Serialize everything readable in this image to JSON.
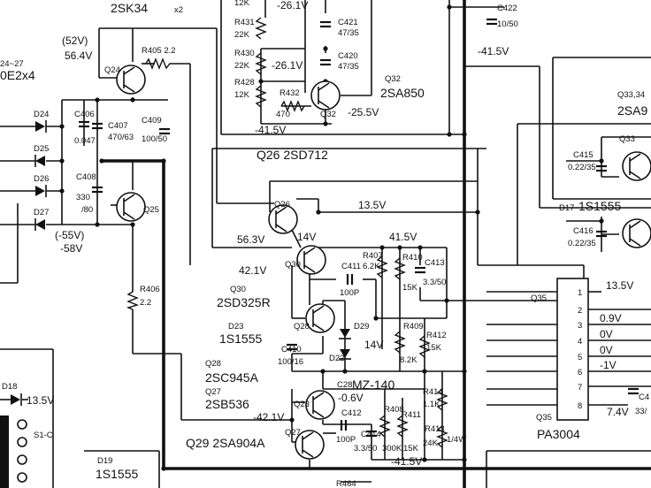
{
  "labels": {
    "q24_part": "2SK34",
    "q24_x2": "x2",
    "v52": "(52V)",
    "v564": "56.4V",
    "r405": "R405 2.2",
    "q24": "Q24",
    "diode_part_frag": "0E2x4",
    "diode_frag_top": "24~27",
    "d24": "D24",
    "d25": "D25",
    "d26": "D26",
    "d27": "D27",
    "c406": "C406",
    "c406_val": "0.047",
    "c407": "C407",
    "c407_val": "470/63",
    "c409": "C409",
    "c409_val": "100/50",
    "c408": "C408",
    "c408_val1": "330",
    "c408_val2": "/80",
    "q25": "Q25",
    "v55": "(-55V)",
    "v58": "-58V",
    "r406": "R406",
    "r406_val": "2.2",
    "r431_frag": "12K",
    "v261_top": "-26.1V",
    "r431": "R431",
    "r431_val": "22K",
    "c421": "C421",
    "c421_val": "47/35",
    "r430": "R430",
    "r430_val": "22K",
    "v261": "-26.1V",
    "c420": "C420",
    "c420_val": "47/35",
    "q32_lbl": "Q32",
    "q32_part": "2SA850",
    "r428": "R428",
    "r428_val": "12K",
    "r432": "R432",
    "r432_val": "470",
    "q32": "Q32",
    "v255": "-25.5V",
    "v415_a": "-41.5V",
    "c422": "C422",
    "c422_val": "10/50",
    "v415_b": "-41.5V",
    "q26_part": "Q26 2SD712",
    "q26": "Q26",
    "v135_a": "13.5V",
    "v563": "56.3V",
    "v14_a": "14V",
    "v415_c": "41.5V",
    "r407": "R407",
    "r407_val": "6.2K",
    "r410": "R410",
    "r410_val": "15K",
    "c413": "C413",
    "c413_val": "3.3/50",
    "v421": "42.1V",
    "q30": "Q30",
    "c411": "C411",
    "c411_val": "100P",
    "q30_lbl": "Q30",
    "q30_part": "2SD325R",
    "q28": "Q28",
    "d23_lbl": "D23",
    "d23_part": "1S1555",
    "d29": "D29",
    "r409": "R409",
    "r409_val": "8.2K",
    "r412": "R412",
    "r412_val": "15K",
    "v14_b": "14V",
    "c410": "C410",
    "c410_val": "100/16",
    "d22": "D22",
    "q28_lbl": "Q28",
    "q28_part": "2SC945A",
    "c28": "C28",
    "mz": "MZ-140",
    "v06": "-0.6V",
    "r414": "R414",
    "r414_val": "1.1K",
    "q27_lbl": "Q27",
    "q27_part": "2SB536",
    "v421_neg": "-42.1V",
    "q23": "Q23",
    "c412": "C412",
    "c412_val": "100P",
    "c414": "C414",
    "c414_val": "3.3/50",
    "r408": "R408",
    "r408_val": "300K",
    "r411": "R411",
    "r411_val": "15K",
    "r413": "R413",
    "r413_val": "24K",
    "r413_w": "1/4W",
    "q29_part": "Q29 2SA904A",
    "q27": "Q27",
    "v415_d": "-41.5V",
    "d19": "D19",
    "d19_part": "1S1555",
    "d18": "D18",
    "v135_b": "13.5V",
    "s1": "S1-C",
    "r464_frag": "R464",
    "q3334": "Q33,34",
    "q3334_part_frag": "2SA9",
    "q33": "Q33",
    "c415": "C415",
    "c415_val": "0.22/35",
    "d17": "D17",
    "d17_part": "1S1555",
    "c416": "C416",
    "c416_val": "0.22/35",
    "q35": "Q35",
    "v135_c": "13.5V",
    "v09": "0.9V",
    "v0a": "0V",
    "v0b": "0V",
    "v1": "-1V",
    "v74": "7.4V",
    "q35_b": "Q35",
    "pa3004": "PA3004",
    "c4_frag": "C4",
    "c4_val_frag": "33/",
    "pin1": "1",
    "pin2": "2",
    "pin3": "3",
    "pin4": "4",
    "pin5": "5",
    "pin6": "6",
    "pin7": "7",
    "pin8": "8"
  }
}
